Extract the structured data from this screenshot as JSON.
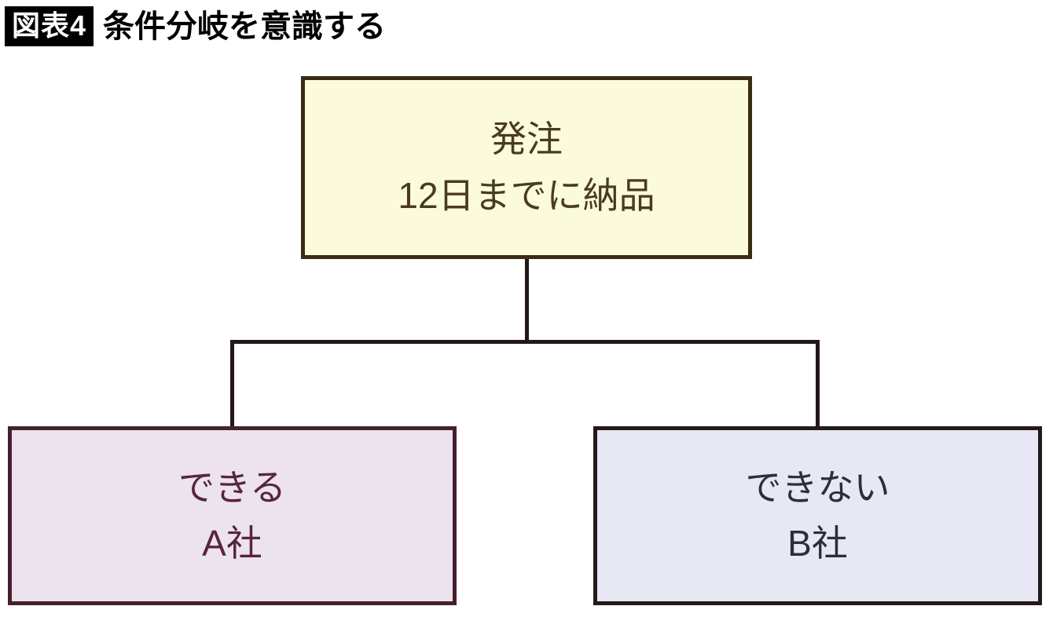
{
  "figure": {
    "badge": "図表4",
    "title": "条件分岐を意識する"
  },
  "nodes": {
    "root": {
      "lines": [
        "発注",
        "12日までに納品"
      ]
    },
    "left": {
      "lines": [
        "できる",
        "A社"
      ]
    },
    "right": {
      "lines": [
        "できない",
        "B社"
      ]
    }
  },
  "diagram_structure": {
    "type": "tree",
    "edges": [
      {
        "from": "root",
        "to": "left"
      },
      {
        "from": "root",
        "to": "right"
      }
    ]
  },
  "colors": {
    "badge_bg": "#000000",
    "badge_text": "#ffffff",
    "title_text": "#000000",
    "root_fill": "#fbfbdc",
    "root_border": "#3a2b16",
    "root_text": "#4a3a22",
    "left_fill": "#ece3ec",
    "left_border": "#46202f",
    "left_text": "#572441",
    "right_fill": "#e8e8f5",
    "right_border": "#231a18",
    "right_text": "#2e2e36",
    "connector": "#231815"
  }
}
